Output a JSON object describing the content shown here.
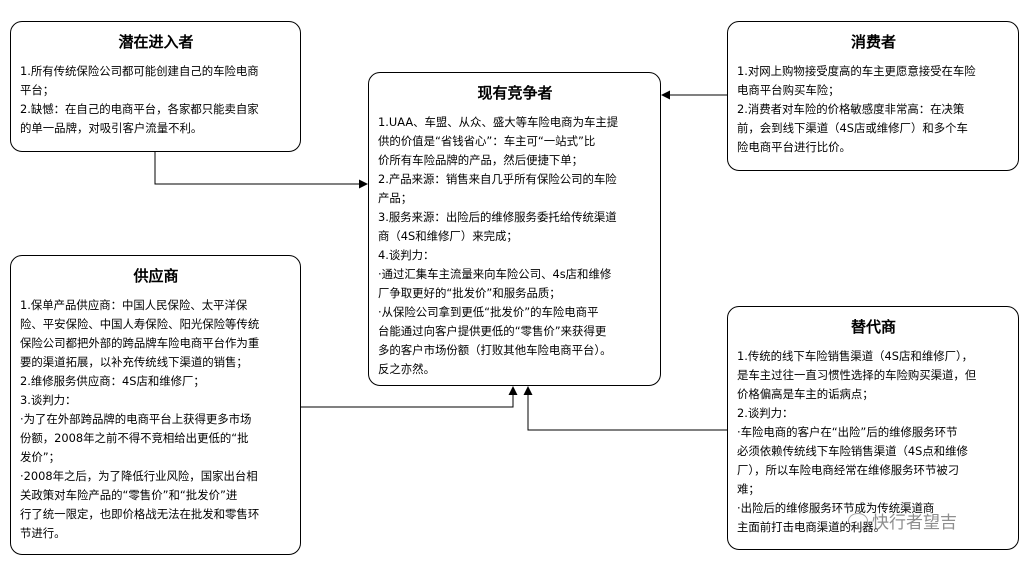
{
  "boxes": {
    "entrants": {
      "title": "潜在进入者",
      "lines": [
        "1.所有传统保险公司都可能创建自己的车险电商",
        "平台；",
        "2.缺憾：在自己的电商平台，各家都只能卖自家",
        "的单一品牌，对吸引客户流量不利。"
      ]
    },
    "consumers": {
      "title": "消费者",
      "lines": [
        "1.对网上购物接受度高的车主更愿意接受在车险",
        "电商平台购买车险；",
        "2.消费者对车险的价格敏感度非常高：在决策",
        "前，会到线下渠道（4S店或维修厂）和多个车",
        "险电商平台进行比价。"
      ]
    },
    "competitors": {
      "title": "现有竞争者",
      "lines": [
        "1.UAA、车盟、从众、盛大等车险电商为车主提",
        "供的价值是“省钱省心”：车主可“一站式”比",
        "价所有车险品牌的产品，然后便捷下单；",
        "2.产品来源：销售来自几乎所有保险公司的车险",
        "产品；",
        "3.服务来源：出险后的维修服务委托给传统渠道",
        "商（4S和维修厂）来完成；",
        "4.谈判力：",
        "·通过汇集车主流量来向车险公司、4s店和维修",
        "厂争取更好的“批发价”和服务品质；",
        "·从保险公司拿到更低“批发价”的车险电商平",
        "台能通过向客户提供更低的“零售价”来获得更",
        "多的客户市场份额（打败其他车险电商平台）。",
        "反之亦然。"
      ]
    },
    "suppliers": {
      "title": "供应商",
      "lines": [
        "1.保单产品供应商：中国人民保险、太平洋保",
        "险、平安保险、中国人寿保险、阳光保险等传统",
        "保险公司都把外部的跨品牌车险电商平台作为重",
        "要的渠道拓展，以补充传统线下渠道的销售；",
        "2.维修服务供应商：4S店和维修厂；",
        "3.谈判力：",
        "·为了在外部跨品牌的电商平台上获得更多市场",
        "份额，2008年之前不得不竞相给出更低的“批",
        "发价”；",
        "·2008年之后，为了降低行业风险，国家出台相",
        "关政策对车险产品的“零售价”和“批发价”进",
        "行了统一限定，也即价格战无法在批发和零售环",
        "节进行。"
      ]
    },
    "substitutes": {
      "title": "替代商",
      "lines": [
        "1.传统的线下车险销售渠道（4S店和维修厂），",
        "是车主过往一直习惯性选择的车险购买渠道，但",
        "价格偏高是车主的诟病点；",
        "2.谈判力：",
        "·车险电商的客户在“出险”后的维修服务环节",
        "必须依赖传统线下车险销售渠道（4S点和维修",
        "厂），所以车险电商经常在维修服务环节被刁",
        "难；",
        "·出险后的维修服务环节成为传统渠道商",
        "主面前打击电商渠道的利器。"
      ]
    }
  },
  "watermark": "快行者望吉"
}
